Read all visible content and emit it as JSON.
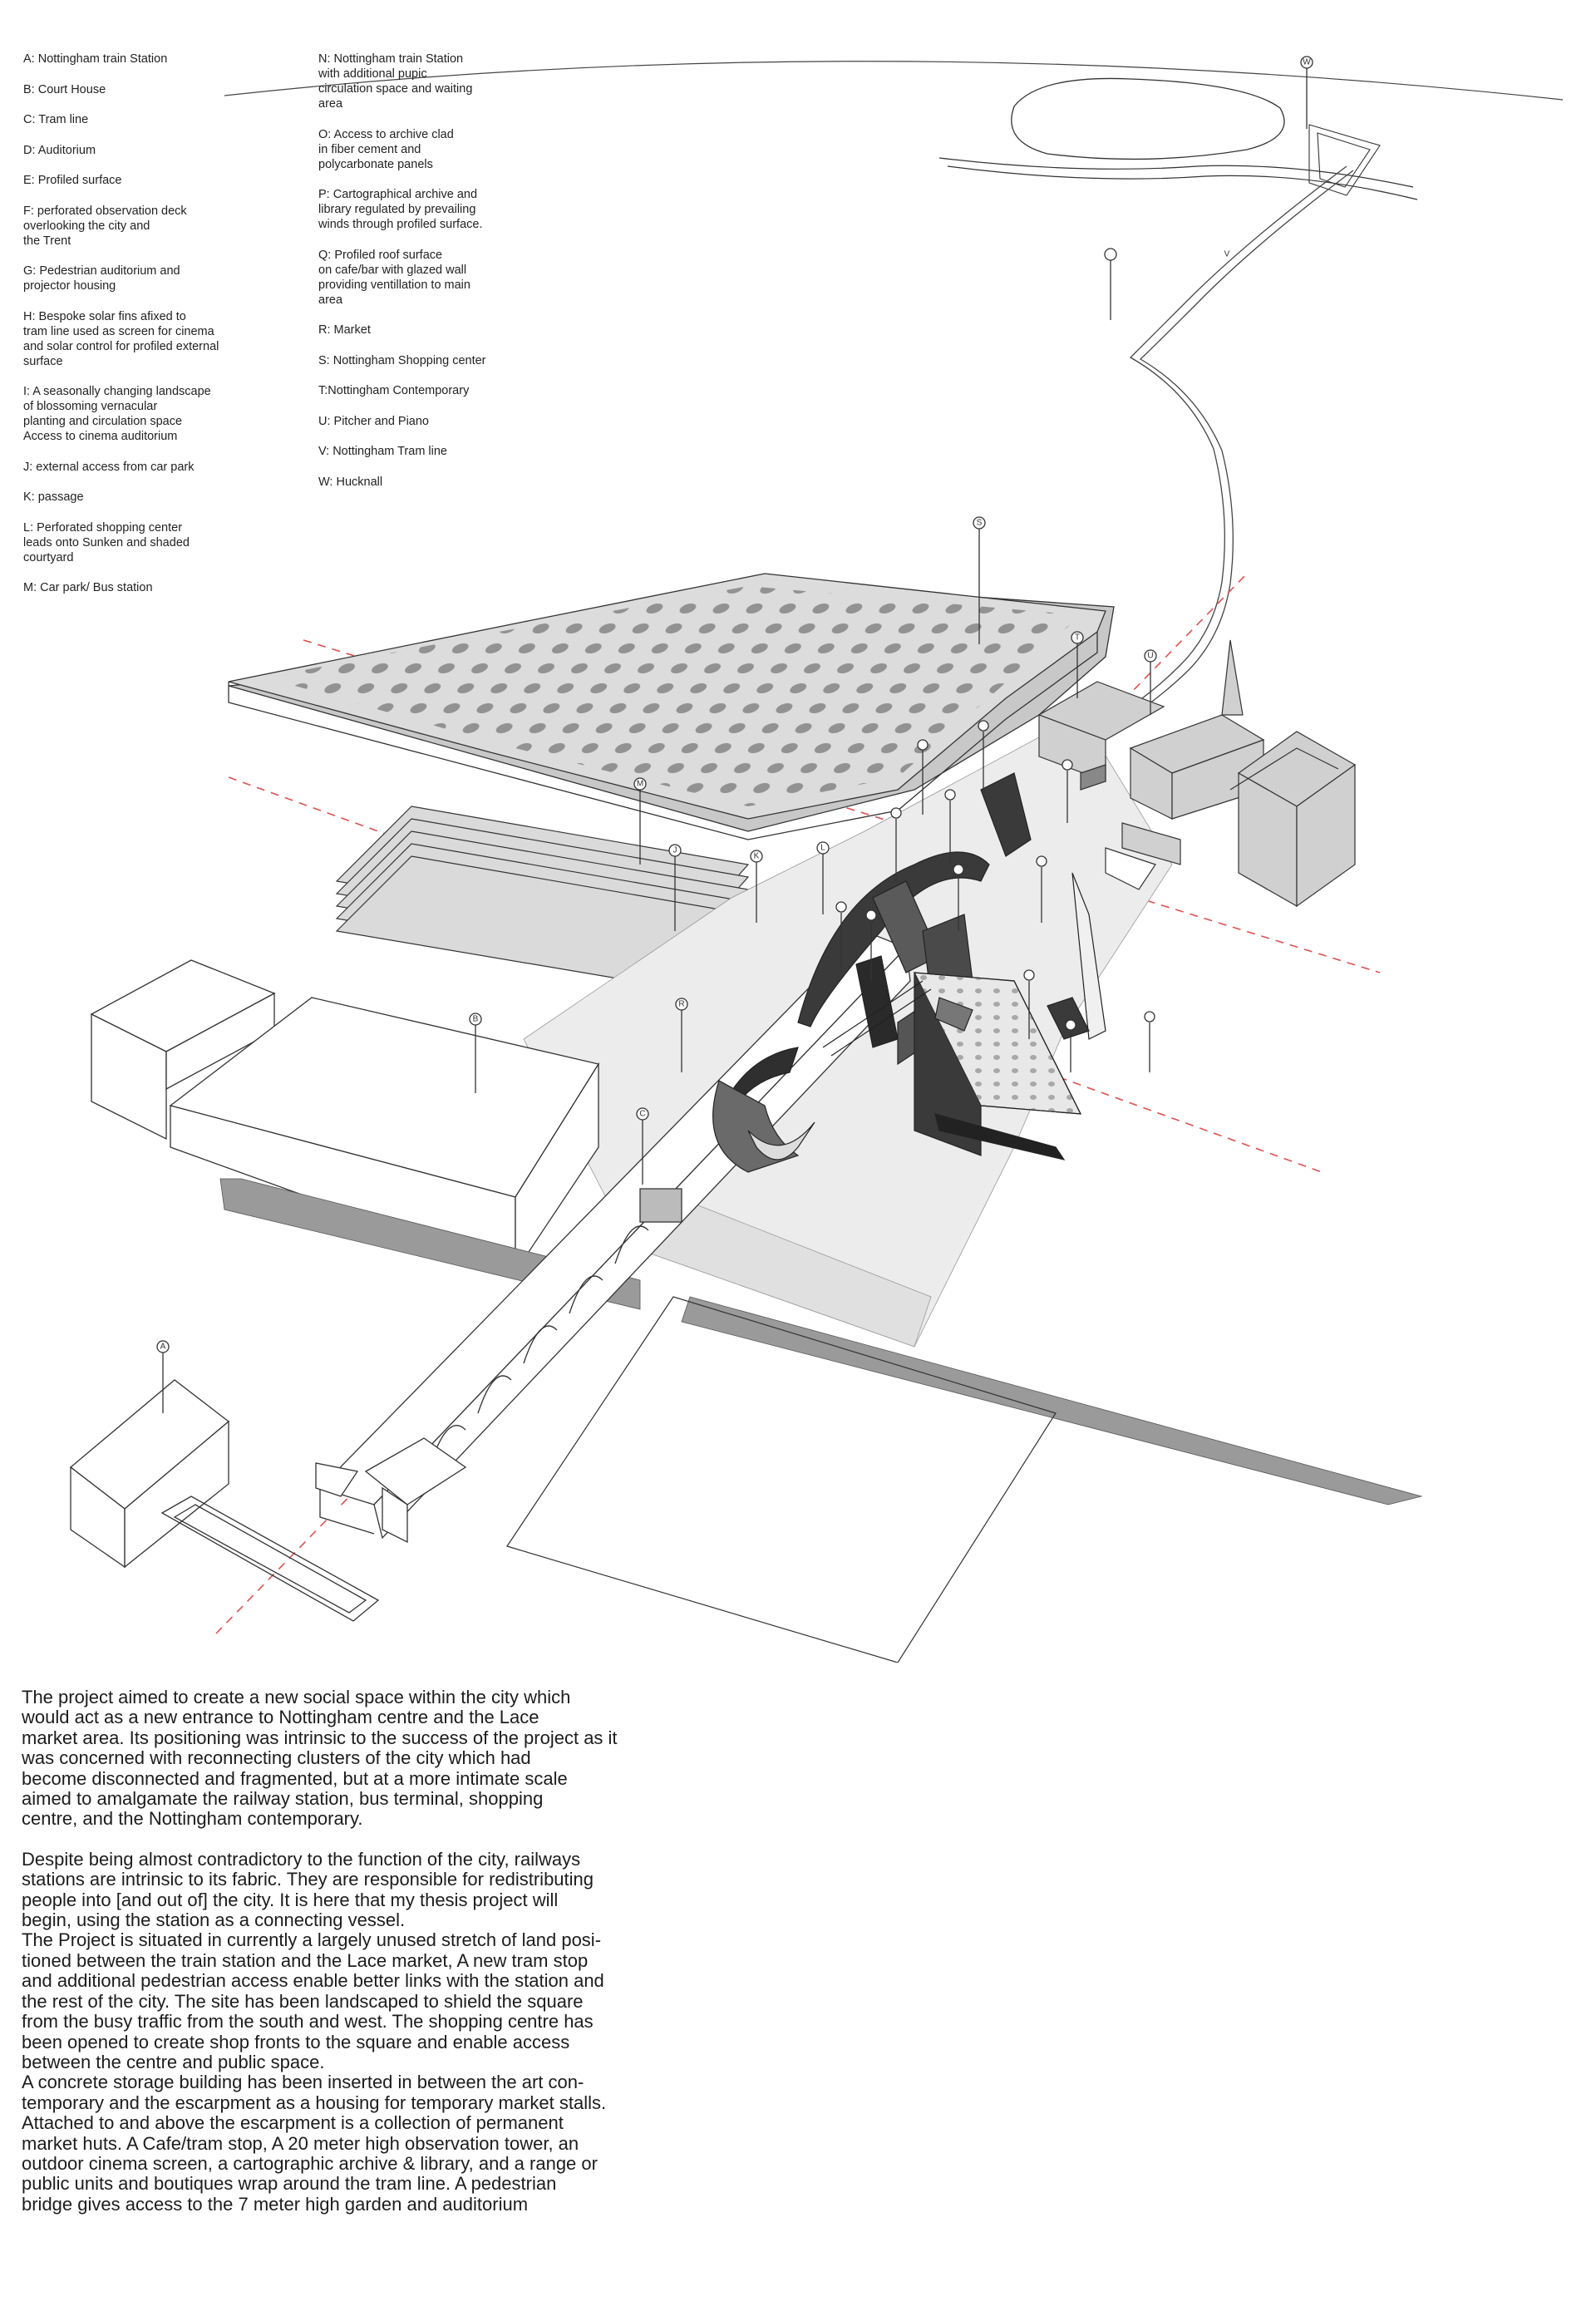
{
  "legend": {
    "left": [
      "A: Nottingham train Station",
      "B: Court House",
      "C: Tram line",
      "D: Auditorium",
      "E: Profiled surface",
      "F: perforated observation deck\noverlooking the city and\nthe Trent",
      "G: Pedestrian auditorium and\nprojector housing",
      "H: Bespoke solar fins afixed to\ntram line used as screen for cinema\nand solar control for profiled external\nsurface",
      "I: A seasonally changing landscape\nof blossoming vernacular\nplanting and circulation space\nAccess to cinema auditorium",
      "J: external access from car park",
      "K: passage",
      "L: Perforated shopping center\nleads onto Sunken and shaded\ncourtyard",
      "M: Car park/ Bus station"
    ],
    "right": [
      "N: Nottingham train Station\nwith additional pupic\ncirculation space and waiting\narea",
      "O: Access to archive clad\nin fiber cement and\npolycarbonate panels",
      "P: Cartographical archive and\nlibrary regulated by prevailing\nwinds through profiled surface.",
      "Q: Profiled roof surface\non cafe/bar with glazed wall\nproviding ventillation to main\narea",
      "R: Market",
      "S: Nottingham Shopping center",
      "T:Nottingham Contemporary",
      "U: Pitcher and Piano",
      "V: Nottingham Tram line",
      "W: Hucknall"
    ]
  },
  "markers": {
    "w": "W",
    "v": "V",
    "s": "S",
    "m": "M",
    "b": "B",
    "a": "A",
    "c": "C",
    "l": "L",
    "k": "K",
    "j": "J",
    "t": "T",
    "u": "U",
    "r": "R"
  },
  "description": {
    "p1": "The project aimed to create a new social space within the city which\nwould act as a new entrance to Nottingham centre and the Lace\nmarket area. Its positioning was intrinsic to the success of the project as it\nwas concerned with reconnecting clusters of the city which had\nbecome disconnected and fragmented, but at a more intimate scale\naimed to amalgamate the railway station, bus terminal, shopping\ncentre, and the Nottingham contemporary.",
    "p2": "Despite being almost contradictory to the function of the city, railways\nstations are intrinsic to its fabric. They are responsible for redistributing\npeople into [and out of] the city. It is here that my thesis project will\nbegin, using the station as a connecting vessel.",
    "p3": "The Project is situated in currently a largely unused stretch of land posi-\ntioned between the train station and the Lace market, A new tram stop\nand additional pedestrian access enable better links with the station and\nthe rest of the city. The site has been landscaped to shield the square\nfrom the busy traffic from the south and west. The shopping centre has\nbeen opened to create shop fronts to the square and enable access\nbetween the centre and public space.",
    "p4": "A concrete storage building has been inserted in between the art con-\ntemporary and the escarpment as a housing for temporary market stalls.\nAttached to and above the escarpment is a collection of permanent\nmarket huts. A Cafe/tram stop, A 20 meter high observation tower, an\noutdoor cinema screen, a cartographic archive & library, and a range or\npublic units and boutiques wrap around the tram line. A pedestrian\nbridge gives access to the 7 meter high garden and auditorium"
  }
}
